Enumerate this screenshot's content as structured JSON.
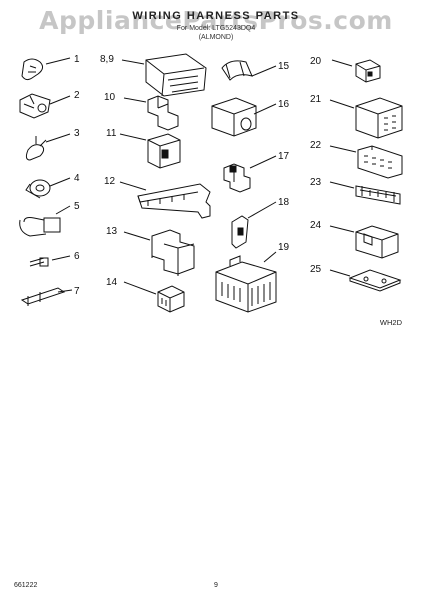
{
  "watermark": "AppliancePartsPros.com",
  "header": {
    "title": "WIRING HARNESS PARTS",
    "subtitle_line1": "For Model: LTG5243DQ4",
    "subtitle_line2": "(ALMOND)"
  },
  "diagram_code": "WH2D",
  "footer": {
    "part_number": "661222",
    "page_number": "9"
  },
  "parts": [
    {
      "label": "1"
    },
    {
      "label": "2"
    },
    {
      "label": "3"
    },
    {
      "label": "4"
    },
    {
      "label": "5"
    },
    {
      "label": "6"
    },
    {
      "label": "7"
    },
    {
      "label": "8,9"
    },
    {
      "label": "10"
    },
    {
      "label": "11"
    },
    {
      "label": "12"
    },
    {
      "label": "13"
    },
    {
      "label": "14"
    },
    {
      "label": "15"
    },
    {
      "label": "16"
    },
    {
      "label": "17"
    },
    {
      "label": "18"
    },
    {
      "label": "19"
    },
    {
      "label": "20"
    },
    {
      "label": "21"
    },
    {
      "label": "22"
    },
    {
      "label": "23"
    },
    {
      "label": "24"
    },
    {
      "label": "25"
    }
  ]
}
